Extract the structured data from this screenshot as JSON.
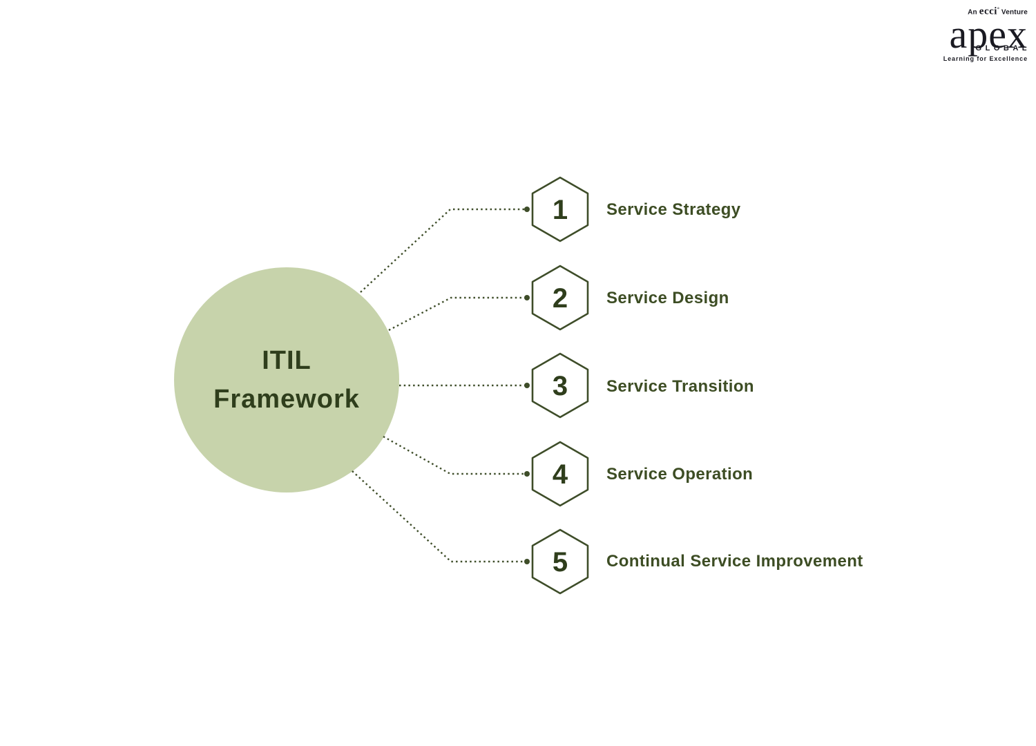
{
  "page": {
    "background": "#ffffff"
  },
  "logo": {
    "venture_prefix": "An ",
    "venture_brand": "ecci",
    "venture_mark": "°",
    "venture_suffix": " Venture",
    "brand": "apex",
    "sub_brand": "GLOBAL",
    "tagline": "Learning for Excellence",
    "color": "#1a1a22"
  },
  "diagram": {
    "title_line1": "ITIL",
    "title_line2": "Framework",
    "circle_fill": "#c7d3ab",
    "line_color": "#3e4d29",
    "text_color": "#2f3e1c",
    "label_color": "#3d4d24",
    "items": [
      {
        "number": "1",
        "label": "Service Strategy"
      },
      {
        "number": "2",
        "label": "Service Design"
      },
      {
        "number": "3",
        "label": "Service Transition"
      },
      {
        "number": "4",
        "label": "Service Operation"
      },
      {
        "number": "5",
        "label": "Continual Service Improvement"
      }
    ]
  }
}
